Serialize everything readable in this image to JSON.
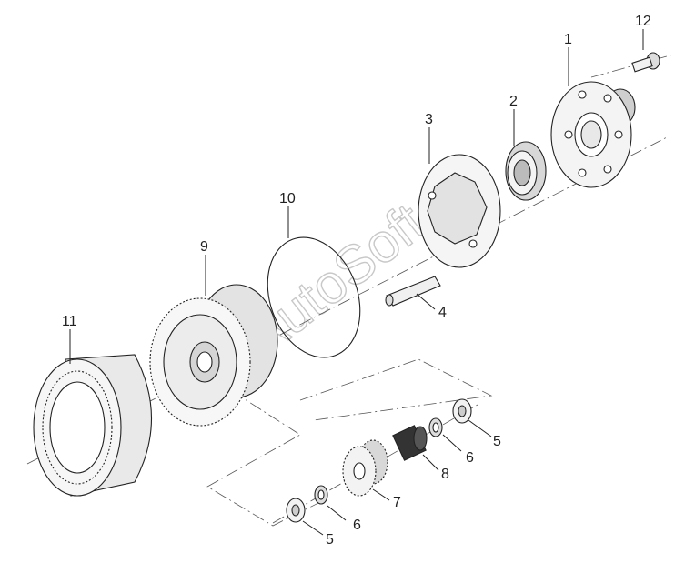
{
  "diagram": {
    "watermark": "AutoSoft",
    "part_labels": {
      "p1": "1",
      "p2": "2",
      "p3": "3",
      "p4": "4",
      "p5a": "5",
      "p5b": "5",
      "p6a": "6",
      "p6b": "6",
      "p7": "7",
      "p8": "8",
      "p9": "9",
      "p10": "10",
      "p11": "11",
      "p12": "12"
    }
  }
}
